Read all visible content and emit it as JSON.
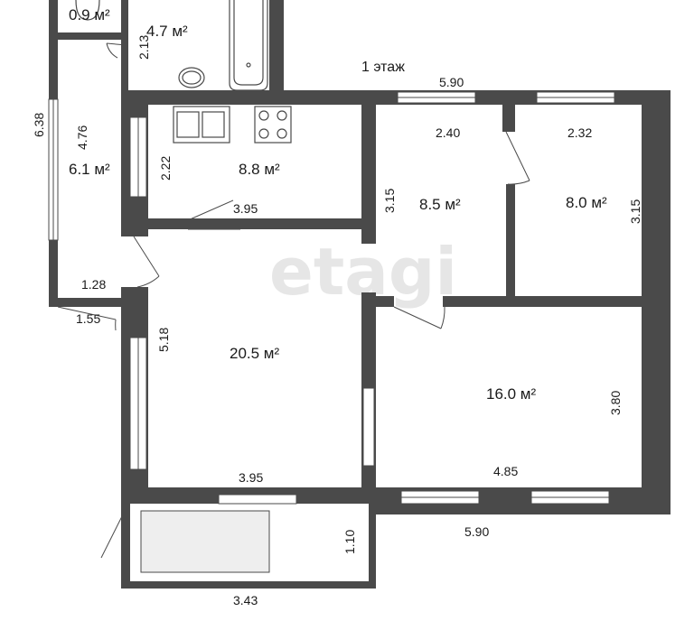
{
  "floor_label": "1 этаж",
  "watermark": "etagi",
  "rooms": [
    {
      "id": "wc",
      "area": "0.9 м²"
    },
    {
      "id": "bath",
      "area": "4.7 м²"
    },
    {
      "id": "hall",
      "area": "6.1 м²"
    },
    {
      "id": "kitchen",
      "area": "8.8 м²"
    },
    {
      "id": "bedroom1",
      "area": "8.5 м²"
    },
    {
      "id": "bedroom2",
      "area": "8.0 м²"
    },
    {
      "id": "living",
      "area": "20.5 м²"
    },
    {
      "id": "room16",
      "area": "16.0 м²"
    }
  ],
  "dims": {
    "top_total": "5.90",
    "bottom_total": "5.90",
    "bath_height": "2.13",
    "hall_outer": "6.38",
    "hall_inner": "4.76",
    "kitchen_h": "2.22",
    "kitchen_w": "3.95",
    "br1_w": "2.40",
    "br1_h": "3.15",
    "br2_w": "2.32",
    "br2_h": "3.15",
    "hall_w1": "1.28",
    "hall_w2": "1.55",
    "living_h": "5.18",
    "living_w": "3.95",
    "r16_h": "3.80",
    "r16_w": "4.85",
    "balcony_h": "1.10",
    "balcony_w": "3.43"
  },
  "colors": {
    "wall": "#4a4a4a",
    "background": "#ffffff",
    "text": "#1a1a1a"
  }
}
